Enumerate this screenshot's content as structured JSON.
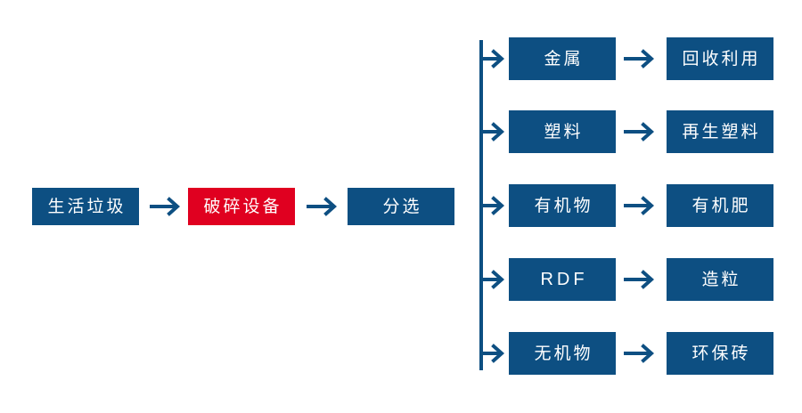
{
  "diagram": {
    "type": "process-flow",
    "title_visible": false,
    "colors": {
      "primary_blue": "#0d4f82",
      "highlight_red": "#e00020",
      "arrow": "#0d4f82",
      "node_text": "#ffffff",
      "background": "#ffffff"
    },
    "main_chain": [
      {
        "id": "input",
        "label": "生活垃圾",
        "color": "blue"
      },
      {
        "id": "crusher",
        "label": "破碎设备",
        "color": "red"
      },
      {
        "id": "sorting",
        "label": "分选",
        "color": "blue"
      }
    ],
    "main_arrows": [
      "→",
      "→"
    ],
    "branch_arrows_from_trunk": [
      "→",
      "→",
      "→",
      "→",
      "→"
    ],
    "branches": [
      {
        "fraction": "金属",
        "product": "回收利用",
        "arrow": "→"
      },
      {
        "fraction": "塑料",
        "product": "再生塑料",
        "arrow": "→"
      },
      {
        "fraction": "有机物",
        "product": "有机肥",
        "arrow": "→"
      },
      {
        "fraction": "RDF",
        "product": "造粒",
        "arrow": "→"
      },
      {
        "fraction": "无机物",
        "product": "环保砖",
        "arrow": "→"
      }
    ]
  }
}
